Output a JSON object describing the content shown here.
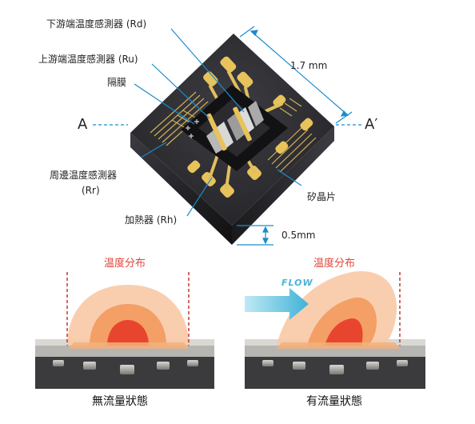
{
  "labels": {
    "rd": "下游端温度感測器 (Rd)",
    "ru": "上游端温度感測器 (Ru)",
    "membrane": "隔膜",
    "a": "A",
    "a_prime": "A′",
    "rr_line1": "周邊温度感測器",
    "rr_line2": "(Rr)",
    "rh": "加熱器 (Rh)",
    "chip": "矽晶片",
    "width": "1.7 mm",
    "thickness": "0.5mm"
  },
  "panels": {
    "left": {
      "heading": "温度分布",
      "caption": "無流量狀態"
    },
    "right": {
      "heading": "温度分布",
      "caption": "有流量狀態",
      "flow": "FLOW"
    }
  },
  "colors": {
    "chip_top": "#2a2a2e",
    "chip_side": "#111114",
    "gold": "#e8c25a",
    "heat_outer": "#f8c9a6",
    "heat_mid": "#f39a5e",
    "heat_core": "#e8452f",
    "flow_arrow": "#5cc3df",
    "dash_red": "#c0392b"
  }
}
